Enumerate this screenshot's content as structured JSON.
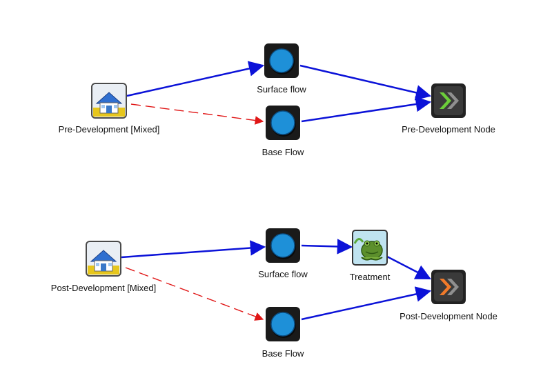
{
  "colors": {
    "main_link": "#0b12d8",
    "base_link": "#e01616",
    "node_blue": "#1e90d8",
    "node_green": "#6ccd3a",
    "node_orange": "#f07a2a"
  },
  "diagram": {
    "pre": {
      "catchment": {
        "label": "Pre-Development [Mixed]",
        "icon": "house-icon"
      },
      "surface": {
        "label": "Surface flow",
        "icon": "blue-circle-icon"
      },
      "base": {
        "label": "Base Flow",
        "icon": "blue-circle-icon"
      },
      "node": {
        "label": "Pre-Development Node",
        "icon": "green-chevron-icon"
      }
    },
    "post": {
      "catchment": {
        "label": "Post-Development [Mixed]",
        "icon": "house-icon"
      },
      "surface": {
        "label": "Surface flow",
        "icon": "blue-circle-icon"
      },
      "treatment": {
        "label": "Treatment",
        "icon": "frog-icon"
      },
      "base": {
        "label": "Base Flow",
        "icon": "blue-circle-icon"
      },
      "node": {
        "label": "Post-Development Node",
        "icon": "orange-chevron-icon"
      }
    }
  }
}
